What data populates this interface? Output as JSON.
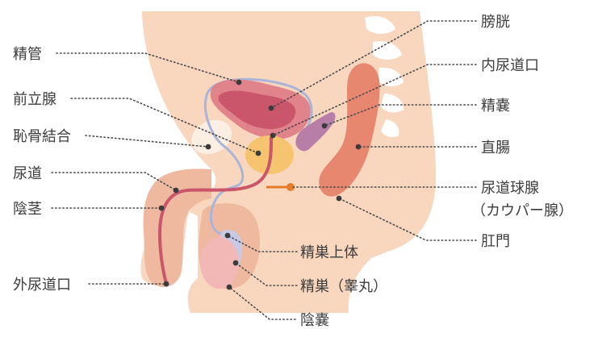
{
  "diagram": {
    "labels": {
      "seikan": "精管",
      "zenritsusen": "前立腺",
      "chikotsu": "恥骨結合",
      "nyoudou": "尿道",
      "inkei": "陰茎",
      "gainyoudoukou": "外尿道口",
      "boukou": "膀胱",
      "nainyoudoukou": "内尿道口",
      "seinou": "精嚢",
      "chokuchou": "直腸",
      "nyoudoukyuusen": "尿道球腺",
      "cowper": "（カウパー腺）",
      "koumon": "肛門",
      "seisoujoutai": "精巣上体",
      "seisou": "精巣（睾丸）",
      "innou": "陰嚢"
    },
    "colors": {
      "skin": "#f9d6be",
      "skin_dark": "#efb9a0",
      "bladder": "#e0838b",
      "bladder_inner": "#c9566a",
      "prostate": "#f6c46f",
      "seminal": "#b77fa8",
      "rectum": "#e8876f",
      "vas": "#a9b5d8",
      "pubis": "#fbeee2",
      "spine": "#ffffff",
      "testis": "#f2b8b6",
      "epididymis": "#c8c9e6",
      "duct": "#e47e2c"
    }
  }
}
